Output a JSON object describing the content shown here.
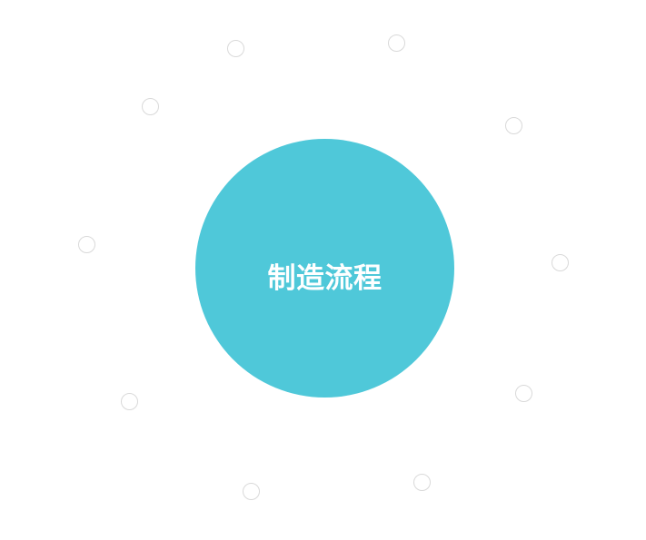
{
  "diagram": {
    "center": {
      "title": "制造流程"
    },
    "nodes": [
      {
        "id": "node-1"
      },
      {
        "id": "node-2"
      },
      {
        "id": "node-3"
      },
      {
        "id": "node-4"
      },
      {
        "id": "node-5"
      },
      {
        "id": "node-6"
      },
      {
        "id": "node-7"
      },
      {
        "id": "node-8"
      },
      {
        "id": "node-9"
      },
      {
        "id": "node-10"
      }
    ]
  },
  "colors": {
    "center_fill": "#4fc8d9",
    "node_border": "#d9d9d9",
    "background": "#ffffff"
  }
}
